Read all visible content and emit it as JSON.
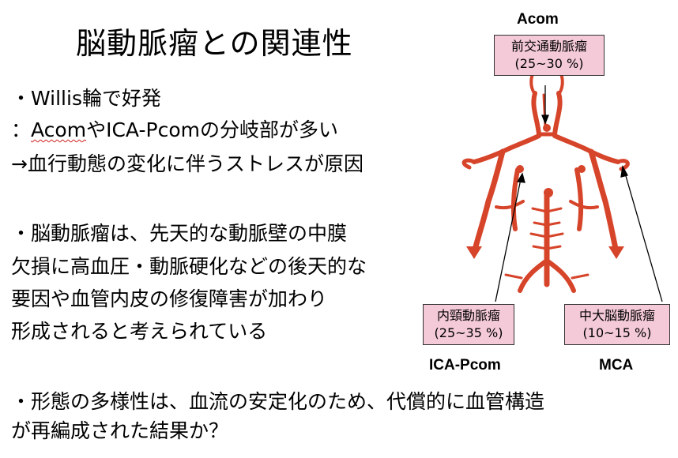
{
  "slide": {
    "title": "脳動脈瘤との関連性",
    "b1": {
      "l1": "・Willis輪で好発",
      "l2_pre": "：",
      "l2_acom": "Acom",
      "l2_mid": "や",
      "l2_ica": "ICA-Pcom",
      "l2_post": "の分岐部が多い",
      "l3": "→血行動態の変化に伴うストレスが原因"
    },
    "b2": {
      "l1": "・脳動脈瘤は、先天的な動脈壁の中膜",
      "l2": "欠損に高血圧・動脈硬化などの後天的な",
      "l3": "要因や血管内皮の修復障害が加わり",
      "l4": "形成されると考えられている"
    },
    "b3": {
      "l1": "・形態の多様性は、血流の安定化のため、代償的に血管構造",
      "l2": "が再編成された結果か？"
    }
  },
  "figure": {
    "acom_label": "Acom",
    "acom_name": "前交通動脈瘤",
    "acom_pct": "(25~30 %)",
    "ica_name": "内頸動脈瘤",
    "ica_pct": "(25~35 %)",
    "ica_label": "ICA-Pcom",
    "mca_name": "中大脳動脈瘤",
    "mca_pct": "(10~15 %)",
    "mca_label": "MCA",
    "colors": {
      "vessel": "#d6442a",
      "callout": "#f4c9d8"
    }
  }
}
